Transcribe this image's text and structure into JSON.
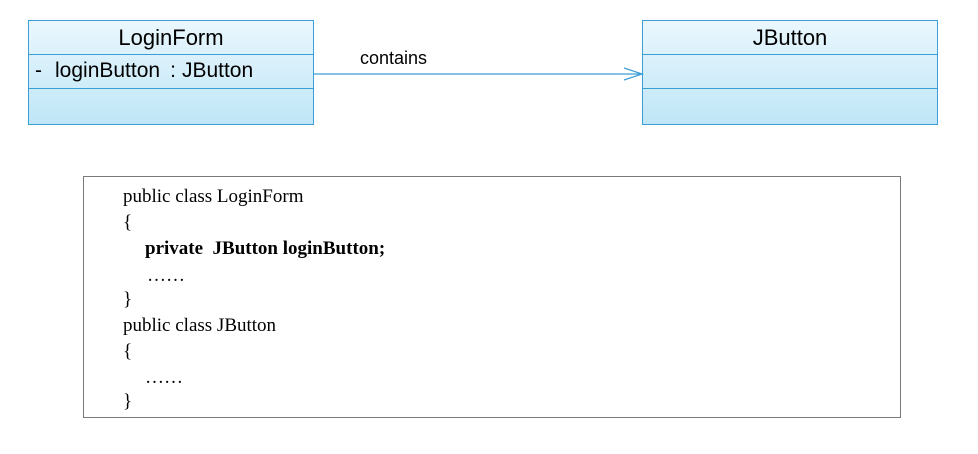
{
  "diagram": {
    "classes": [
      {
        "id": "loginform",
        "name": "LoginForm",
        "attributes": [
          {
            "visibility": "-",
            "name": "loginButton",
            "separator": ":",
            "type": "JButton"
          }
        ],
        "operations": []
      },
      {
        "id": "jbutton",
        "name": "JButton",
        "attributes": [],
        "operations": []
      }
    ],
    "association": {
      "label": "contains",
      "from": "LoginForm",
      "to": "JButton"
    },
    "colors": {
      "class_border": "#3b9fd6",
      "class_fill_top": "#eaf7fd",
      "class_fill_bottom": "#bfe6f7",
      "line": "#3b9fd6"
    }
  },
  "code": {
    "lines": [
      "public class LoginForm",
      "{",
      "private  JButton loginButton;",
      "……",
      "}",
      "public class JButton",
      "{",
      "……",
      "}"
    ]
  }
}
